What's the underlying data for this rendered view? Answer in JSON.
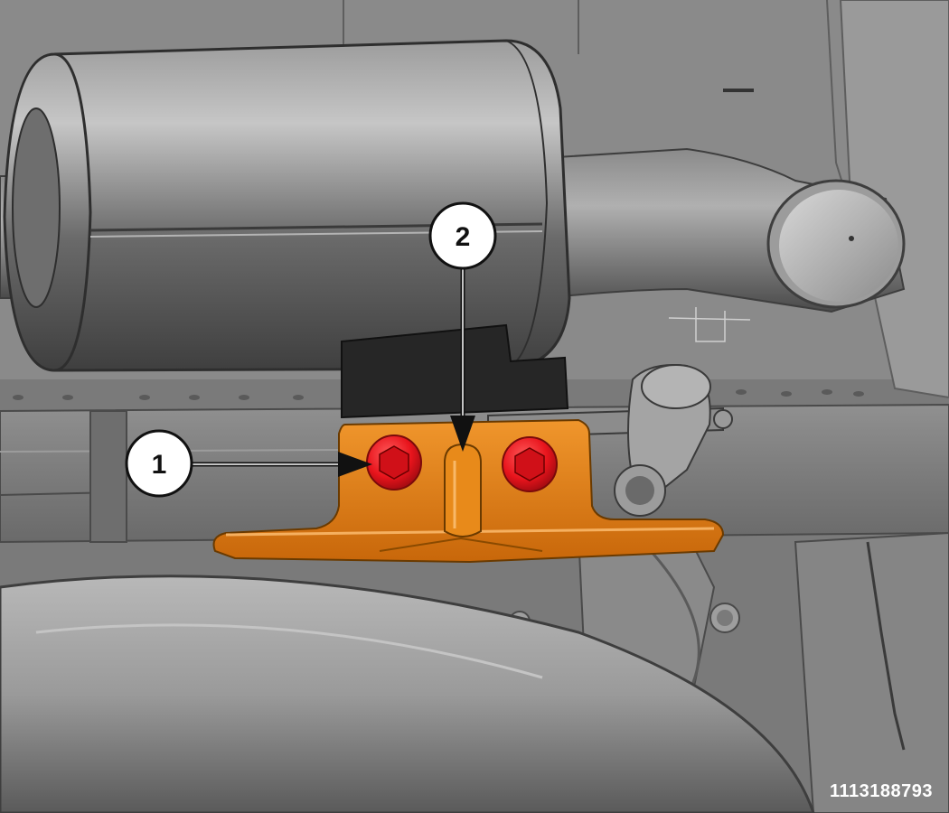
{
  "callouts": [
    {
      "id": "callout-1",
      "label": "1"
    },
    {
      "id": "callout-2",
      "label": "2"
    }
  ],
  "figure_id": "1113188793",
  "colors": {
    "background": "#7a7a7a",
    "bracket": "#e07f12",
    "bolt": "#e8141c",
    "callout_fill": "#ffffff",
    "callout_stroke": "#111111"
  }
}
